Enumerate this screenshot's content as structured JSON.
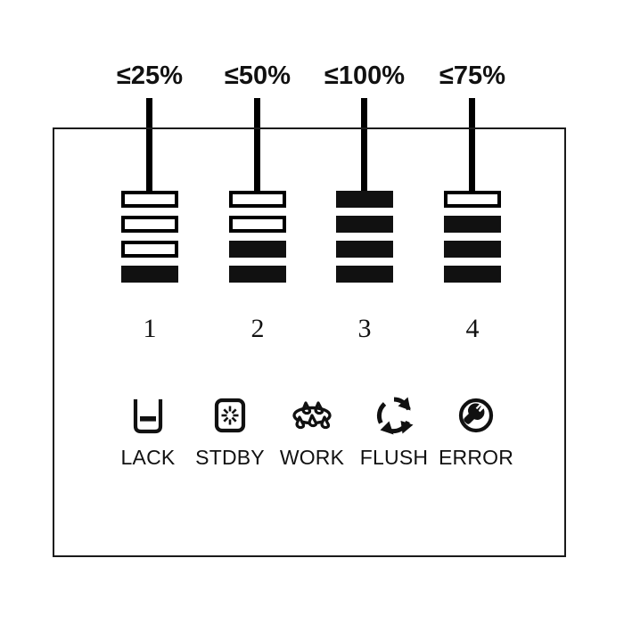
{
  "panel": {
    "name": "led-status-panel",
    "border_color": "#1a1a1a",
    "background_color": "#ffffff",
    "ink_color": "#111111"
  },
  "level_indicators": {
    "columns": [
      {
        "number": "1",
        "percent_label": "≤25%",
        "segments": [
          "empty",
          "empty",
          "empty",
          "filled"
        ],
        "filled_count": 1
      },
      {
        "number": "2",
        "percent_label": "≤50%",
        "segments": [
          "empty",
          "empty",
          "filled",
          "filled"
        ],
        "filled_count": 2
      },
      {
        "number": "3",
        "percent_label": "≤100%",
        "segments": [
          "filled",
          "filled",
          "filled",
          "filled"
        ],
        "filled_count": 4
      },
      {
        "number": "4",
        "percent_label": "≤75%",
        "segments": [
          "empty",
          "filled",
          "filled",
          "filled"
        ],
        "filled_count": 3
      }
    ]
  },
  "status_indicators": [
    {
      "label": "LACK",
      "icon": "beaker-low-level-icon"
    },
    {
      "label": "STDBY",
      "icon": "standby-starburst-icon"
    },
    {
      "label": "WORK",
      "icon": "water-droplets-icon"
    },
    {
      "label": "FLUSH",
      "icon": "recycle-arrows-icon"
    },
    {
      "label": "ERROR",
      "icon": "wrench-circle-icon"
    }
  ]
}
